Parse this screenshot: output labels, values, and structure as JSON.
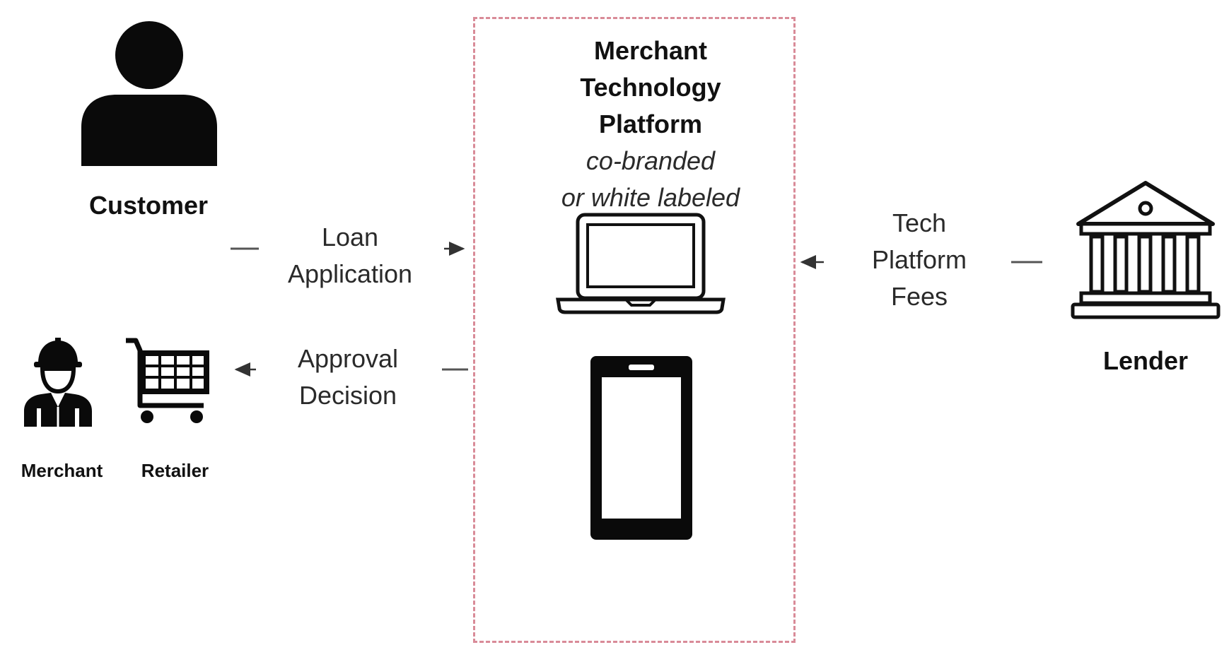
{
  "customer": {
    "label": "Customer",
    "icon": "person-icon"
  },
  "merchant": {
    "label": "Merchant",
    "icon": "worker-icon"
  },
  "retailer": {
    "label": "Retailer",
    "icon": "shopping-cart-icon"
  },
  "platform": {
    "title_lines": [
      "Merchant",
      "Technology",
      "Platform"
    ],
    "subtitle_lines": [
      "co-branded",
      "or white labeled"
    ],
    "border_color": "#d98b98",
    "icons": [
      "laptop-icon",
      "smartphone-icon"
    ]
  },
  "flows": {
    "loan_application": {
      "lines": [
        "Loan",
        "Application"
      ]
    },
    "approval_decision": {
      "lines": [
        "Approval",
        "Decision"
      ]
    },
    "tech_platform_fees": {
      "lines": [
        "Tech",
        "Platform",
        "Fees"
      ]
    }
  },
  "lender": {
    "label": "Lender",
    "icon": "bank-icon"
  }
}
